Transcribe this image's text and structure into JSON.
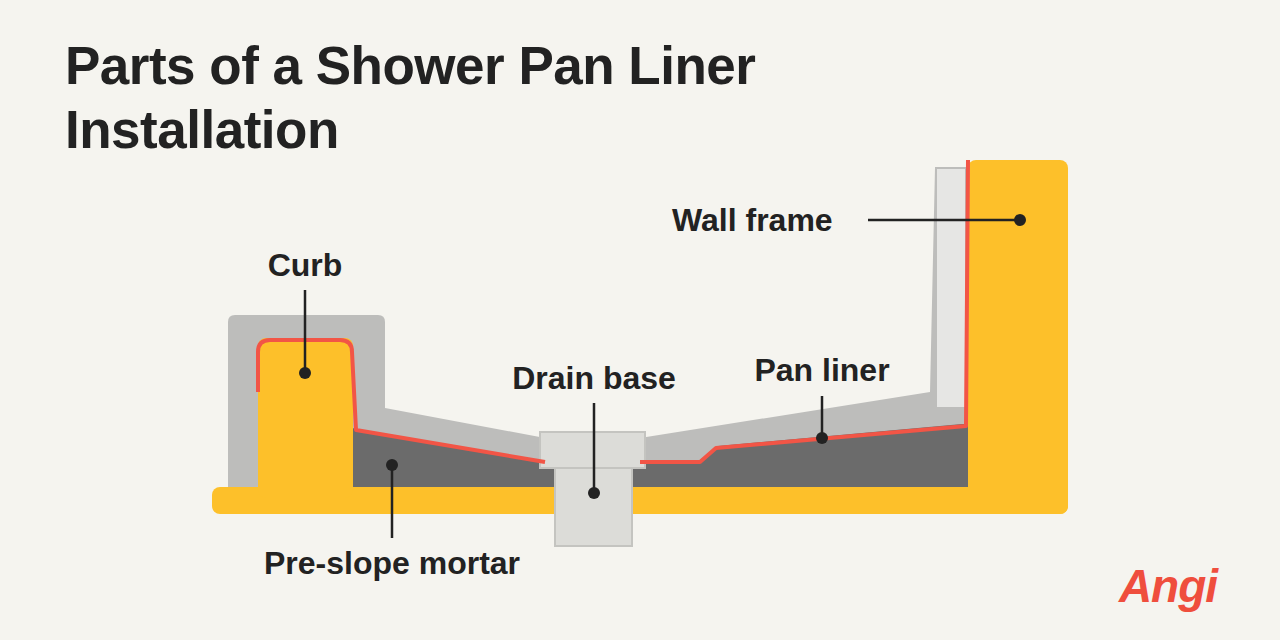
{
  "diagram": {
    "title": "Parts of a Shower Pan Liner Installation",
    "labels": [
      "Wall frame",
      "Curb",
      "Drain base",
      "Pan liner",
      "Pre-slope mortar",
      "Angi"
    ]
  }
}
